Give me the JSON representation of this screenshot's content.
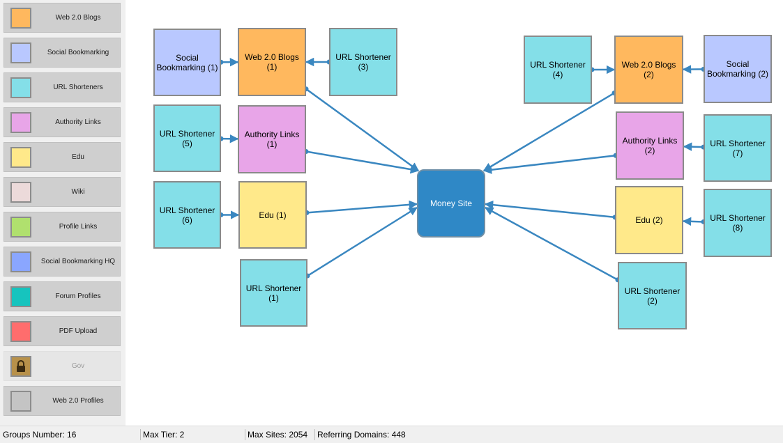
{
  "palette": [
    {
      "label": "Web 2.0 Blogs",
      "color": "#ffb85e"
    },
    {
      "label": "Social Bookmarking",
      "color": "#b9c8ff"
    },
    {
      "label": "URL Shorteners",
      "color": "#84dfe8"
    },
    {
      "label": "Authority Links",
      "color": "#e8a5e8"
    },
    {
      "label": "Edu",
      "color": "#ffe98a"
    },
    {
      "label": "Wiki",
      "color": "#ecdada"
    },
    {
      "label": "Profile Links",
      "color": "#b0e06e"
    },
    {
      "label": "Social Bookmarking HQ",
      "color": "#8aa6ff"
    },
    {
      "label": "Forum Profiles",
      "color": "#16c4be"
    },
    {
      "label": "PDF Upload",
      "color": "#ff6d6d"
    },
    {
      "label": "Gov",
      "color": "#b8914a",
      "icon": "lock-icon",
      "locked": true
    },
    {
      "label": "Web 2.0 Profiles",
      "color": "#c4c4c4"
    }
  ],
  "diagram": {
    "money_site": {
      "label": "Money Site",
      "color": "#2f88c6"
    },
    "nodes": [
      {
        "id": "sb1",
        "label": "Social Bookmarking (1)",
        "color": "#b9c8ff"
      },
      {
        "id": "wb1",
        "label": "Web 2.0 Blogs (1)",
        "color": "#ffb85e"
      },
      {
        "id": "us3",
        "label": "URL Shortener (3)",
        "color": "#84dfe8"
      },
      {
        "id": "us5",
        "label": "URL Shortener (5)",
        "color": "#84dfe8"
      },
      {
        "id": "al1",
        "label": "Authority Links (1)",
        "color": "#e8a5e8"
      },
      {
        "id": "us6",
        "label": "URL Shortener (6)",
        "color": "#84dfe8"
      },
      {
        "id": "edu1",
        "label": "Edu (1)",
        "color": "#ffe98a"
      },
      {
        "id": "us1",
        "label": "URL Shortener (1)",
        "color": "#84dfe8"
      },
      {
        "id": "us4",
        "label": "URL Shortener (4)",
        "color": "#84dfe8"
      },
      {
        "id": "wb2",
        "label": "Web 2.0 Blogs (2)",
        "color": "#ffb85e"
      },
      {
        "id": "sb2",
        "label": "Social Bookmarking (2)",
        "color": "#b9c8ff"
      },
      {
        "id": "al2",
        "label": "Authority Links (2)",
        "color": "#e8a5e8"
      },
      {
        "id": "us7",
        "label": "URL Shortener (7)",
        "color": "#84dfe8"
      },
      {
        "id": "edu2",
        "label": "Edu (2)",
        "color": "#ffe98a"
      },
      {
        "id": "us8",
        "label": "URL Shortener (8)",
        "color": "#84dfe8"
      },
      {
        "id": "us2",
        "label": "URL Shortener (2)",
        "color": "#84dfe8"
      }
    ],
    "edges": [
      {
        "from": "sb1",
        "to": "wb1"
      },
      {
        "from": "us3",
        "to": "wb1"
      },
      {
        "from": "us5",
        "to": "al1"
      },
      {
        "from": "us6",
        "to": "edu1"
      },
      {
        "from": "us4",
        "to": "wb2"
      },
      {
        "from": "sb2",
        "to": "wb2"
      },
      {
        "from": "us7",
        "to": "al2"
      },
      {
        "from": "us8",
        "to": "edu2"
      },
      {
        "from": "wb1",
        "to": "money"
      },
      {
        "from": "al1",
        "to": "money"
      },
      {
        "from": "edu1",
        "to": "money"
      },
      {
        "from": "us1",
        "to": "money"
      },
      {
        "from": "wb2",
        "to": "money"
      },
      {
        "from": "al2",
        "to": "money"
      },
      {
        "from": "edu2",
        "to": "money"
      },
      {
        "from": "us2",
        "to": "money"
      }
    ],
    "edge_color": "#3a87c0"
  },
  "status": {
    "groups": "Groups Number: 16",
    "tier": "Max Tier: 2",
    "sites": "Max Sites: 2054",
    "domains": "Referring Domains: 448"
  }
}
